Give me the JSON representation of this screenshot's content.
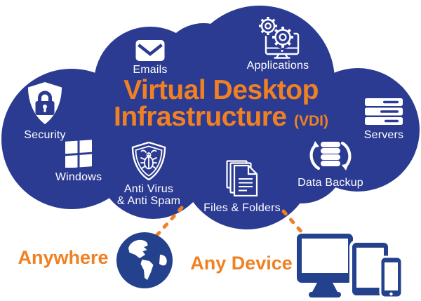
{
  "title": {
    "line1": "Virtual Desktop",
    "line2": "Infrastructure",
    "badge": "(VDI)"
  },
  "nodes": {
    "security": {
      "label": "Security",
      "icon": "shield-lock-icon"
    },
    "emails": {
      "label": "Emails",
      "icon": "envelope-icon"
    },
    "applications": {
      "label": "Applications",
      "icon": "monitor-gears-icon"
    },
    "servers": {
      "label": "Servers",
      "icon": "server-stack-icon"
    },
    "windows": {
      "label": "Windows",
      "icon": "windows-logo-icon"
    },
    "antivirus": {
      "line1": "Anti Virus",
      "line2": "& Anti Spam",
      "icon": "shield-bug-icon"
    },
    "files": {
      "label": "Files & Folders",
      "icon": "documents-icon"
    },
    "backup": {
      "label": "Data Backup",
      "icon": "database-sync-icon"
    }
  },
  "footer": {
    "anywhere": "Anywhere",
    "any_device": "Any Device",
    "anywhere_icon": "globe-icon",
    "any_device_icon": "devices-icon"
  },
  "colors": {
    "cloud_blue": "#2C3B92",
    "deep_blue": "#24418E",
    "accent_orange": "#F08123",
    "icon_white": "#FFFFFF"
  }
}
